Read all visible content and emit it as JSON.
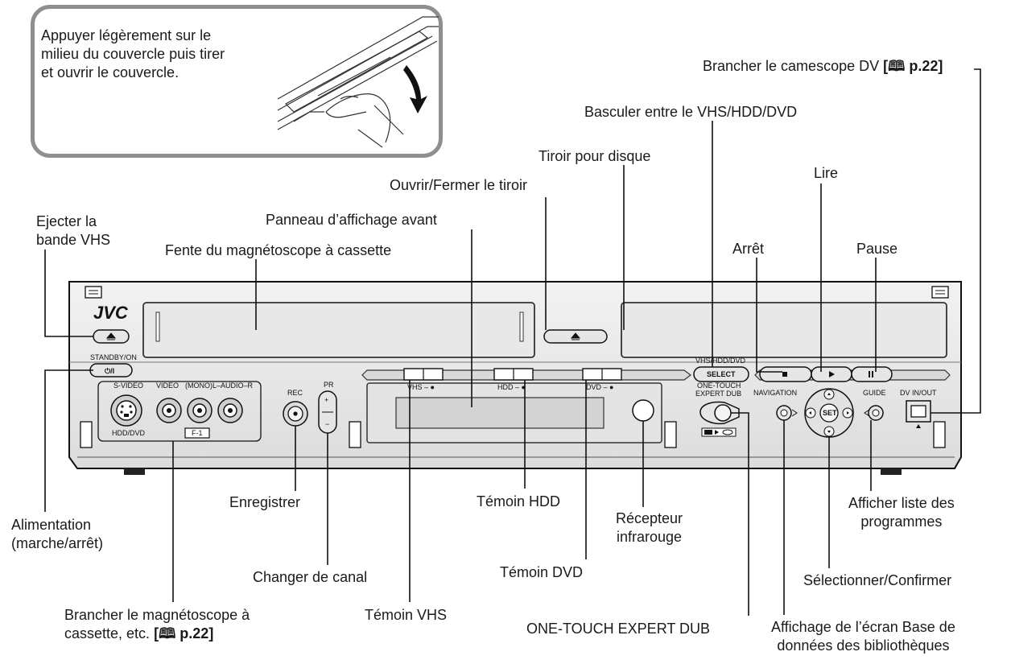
{
  "note": {
    "text": "Appuyer légèrement sur le\nmilieu du couvercle puis tirer\net ouvrir le couvercle."
  },
  "device": {
    "brand": "JVC",
    "standby_label": "STANDBY/ON",
    "standby_symbol": "⏻/I",
    "svideo_label": "S-VIDEO",
    "hdd_dvd_label": "HDD/DVD",
    "video_label": "VIDEO",
    "audio_label": "(MONO)L–AUDIO–R",
    "f1_label": "F-1",
    "rec_label": "REC",
    "pr_label": "PR",
    "vhs_ind": "VHS – ●",
    "hdd_ind": "HDD – ●",
    "dvd_ind": "DVD – ●",
    "select_top": "VHS/HDD/DVD",
    "select_label": "SELECT",
    "one_touch_label": "ONE-TOUCH\nEXPERT DUB",
    "navigation_label": "NAVIGATION",
    "set_label": "SET",
    "guide_label": "GUIDE",
    "dv_label": "DV IN/OUT"
  },
  "labels": {
    "camescope": "Brancher le camescope DV",
    "camescope_ref": "[🕮 p.22]",
    "basculer": "Basculer entre le VHS/HDD/DVD",
    "tiroir": "Tiroir pour disque",
    "ouvrir": "Ouvrir/Fermer le tiroir",
    "lire": "Lire",
    "ejecter": "Ejecter la\nbande VHS",
    "panneau": "Panneau d’affichage avant",
    "fente": "Fente du magnétoscope à cassette",
    "arret": "Arrêt",
    "pause": "Pause",
    "alimentation": "Alimentation\n(marche/arrêt)",
    "enregistrer": "Enregistrer",
    "temoin_hdd": "Témoin HDD",
    "recepteur": "Récepteur\ninfrarouge",
    "afficher": "Afficher liste des\nprogrammes",
    "changer": "Changer de canal",
    "temoin_dvd": "Témoin DVD",
    "selectionner": "Sélectionner/Confirmer",
    "brancher_mag": "Brancher le magnétoscope à\ncassette, etc.",
    "brancher_mag_ref": "[🕮 p.22]",
    "temoin_vhs": "Témoin VHS",
    "onetouch": "ONE-TOUCH EXPERT DUB",
    "affichage": "Affichage de l’écran Base de\ndonnées des bibliothèques"
  }
}
